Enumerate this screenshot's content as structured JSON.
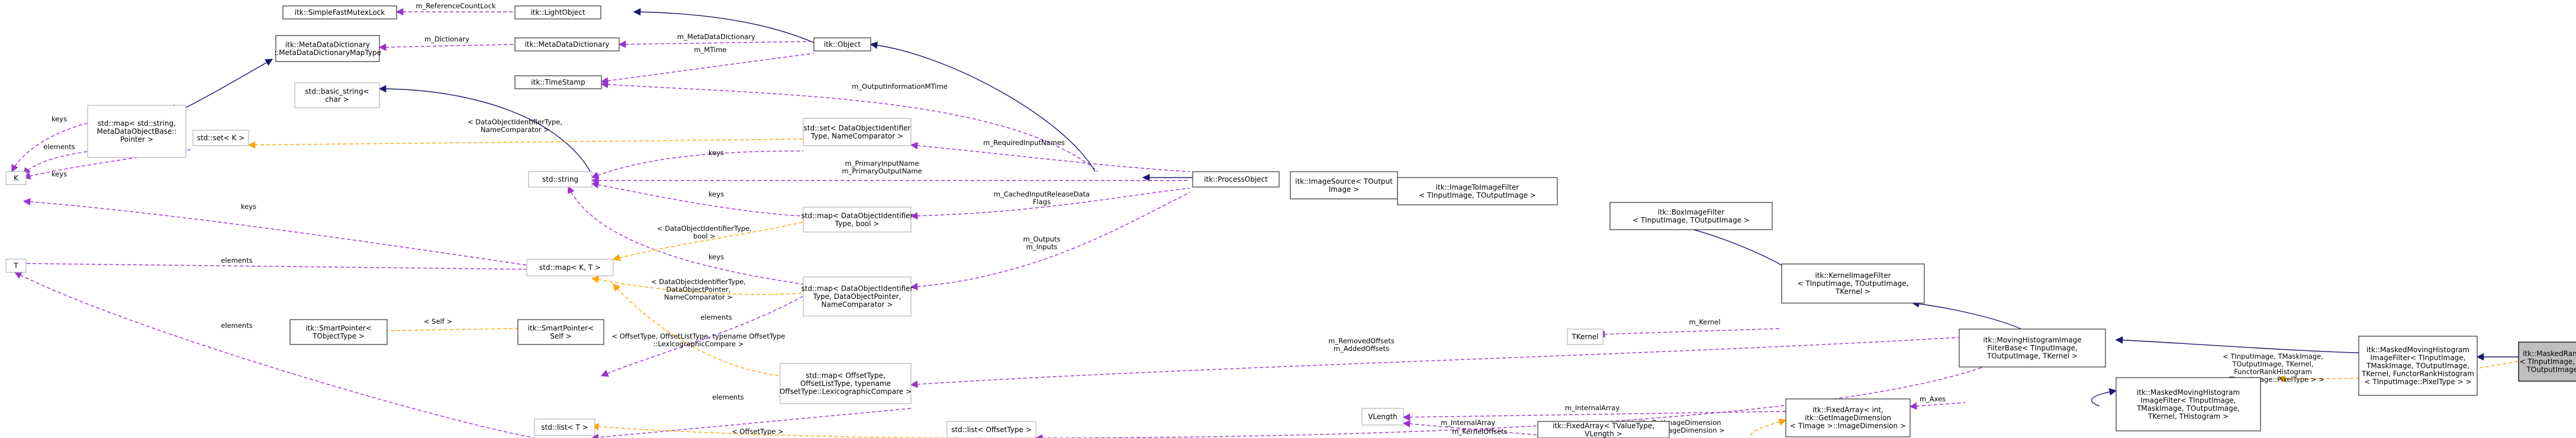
{
  "nodes": [
    {
      "id": "fastmutex",
      "lines": [
        "itk::SimpleFastMutexLock"
      ]
    },
    {
      "id": "lightobject",
      "lines": [
        "itk::LightObject"
      ]
    },
    {
      "id": "mdd",
      "lines": [
        "itk::MetaDataDictionary"
      ]
    },
    {
      "id": "object",
      "lines": [
        "itk::Object"
      ]
    },
    {
      "id": "cmdd",
      "lines": [
        "itk::MetaDataDictionary",
        "::MetaDataDictionaryMapType"
      ]
    },
    {
      "id": "timestamp",
      "lines": [
        "itk::TimeStamp"
      ]
    },
    {
      "id": "basicstring",
      "lines": [
        "std::basic_string<",
        "char >"
      ]
    },
    {
      "id": "mapstring",
      "lines": [
        "std::map< std::string,",
        "MetaDataObjectBase::",
        "Pointer >"
      ]
    },
    {
      "id": "setK",
      "lines": [
        "std::set< K >"
      ]
    },
    {
      "id": "K",
      "lines": [
        "K"
      ]
    },
    {
      "id": "setDOI",
      "lines": [
        "std::set< DataObjectIdentifier",
        "Type, NameComparator >"
      ]
    },
    {
      "id": "processobject",
      "lines": [
        "itk::ProcessObject"
      ]
    },
    {
      "id": "imagesource",
      "lines": [
        "itk::ImageSource< TOutput",
        "Image >"
      ]
    },
    {
      "id": "imagetoimage",
      "lines": [
        "itk::ImageToImageFilter",
        "< TInputImage, TOutputImage >"
      ]
    },
    {
      "id": "stdstring",
      "lines": [
        "std::string"
      ]
    },
    {
      "id": "boximage",
      "lines": [
        "itk::BoxImageFilter",
        "< TInputImage, TOutputImage >"
      ]
    },
    {
      "id": "mapDOIbool",
      "lines": [
        "std::map< DataObjectIdentifier",
        "Type, bool >"
      ]
    },
    {
      "id": "T",
      "lines": [
        "T"
      ]
    },
    {
      "id": "mapKT",
      "lines": [
        "std::map< K, T >"
      ]
    },
    {
      "id": "kernelimage",
      "lines": [
        "itk::KernelImageFilter",
        "< TInputImage, TOutputImage,",
        "TKernel >"
      ]
    },
    {
      "id": "mapDOIptr",
      "lines": [
        "std::map< DataObjectIdentifier",
        "Type, DataObjectPointer,",
        "NameComparator >"
      ]
    },
    {
      "id": "tkernel",
      "lines": [
        "TKernel"
      ]
    },
    {
      "id": "smartptrT",
      "lines": [
        "itk::SmartPointer<",
        "TObjectType >"
      ]
    },
    {
      "id": "smartptrSelf",
      "lines": [
        "itk::SmartPointer<",
        "Self >"
      ]
    },
    {
      "id": "movinghist",
      "lines": [
        "itk::MovingHistogramImage",
        "FilterBase< TInputImage,",
        "TOutputImage, TKernel >"
      ]
    },
    {
      "id": "maskedmovinghistT",
      "lines": [
        "itk::MaskedMovingHistogram",
        "ImageFilter< TInputImage,",
        "TMaskImage, TOutputImage,",
        "TKernel, FunctorRankHistogram",
        "< TInputImage::PixelType > >"
      ]
    },
    {
      "id": "maskedrank",
      "lines": [
        "itk::MaskedRankImageFilter",
        "< TInputImage, TMaskImage,",
        "TOutputImage, TKernel >"
      ]
    },
    {
      "id": "mapOffset",
      "lines": [
        "std::map< OffsetType,",
        "OffsetListType, typename",
        "OffsetType::LexicographicCompare >"
      ]
    },
    {
      "id": "fixedarrayint",
      "lines": [
        "itk::FixedArray< int,",
        "itk::GetImageDimension",
        "< TImage >::ImageDimension >"
      ]
    },
    {
      "id": "maskedmovinghist",
      "lines": [
        "itk::MaskedMovingHistogram",
        "ImageFilter< TInputImage,",
        "TMaskImage, TOutputImage,",
        "TKernel, THistogram >"
      ]
    },
    {
      "id": "vlength",
      "lines": [
        "VLength"
      ]
    },
    {
      "id": "fixedarrayT",
      "lines": [
        "itk::FixedArray< TValueType,",
        "VLength >"
      ]
    },
    {
      "id": "listT",
      "lines": [
        "std::list< T >"
      ]
    },
    {
      "id": "listOffset",
      "lines": [
        "std::list< OffsetType >"
      ]
    }
  ],
  "edge_labels": {
    "referencecountlock": "m_ReferenceCountLock",
    "dictionary1": "m_Dictionary",
    "metadatadictionary": "m_MetaDataDictionary",
    "mtime": "m_MTime",
    "outputinfomtime": "m_OutputInformationMTime",
    "keys_map": "keys",
    "elements_map": "elements",
    "keys_setK": "keys",
    "setK_tmpl": "< DataObjectIdentifierType,\nNameComparator >",
    "keys_setDOI": "keys",
    "requiredinputnames": "m_RequiredInputNames",
    "primaryio": "m_PrimaryInputName\nm_PrimaryOutputName",
    "cachedinput": "m_CachedInputReleaseData\nFlags",
    "keys_mapKT": "keys",
    "elements_mapKT": "elements",
    "keys_mapDOIbool": "keys",
    "mapKT_tmpl1": "< DataObjectIdentifierType,\nbool >",
    "outputsinputs": "m_Outputs\nm_Inputs",
    "keys_mapDOIptr": "keys",
    "mapKT_tmpl2": "< DataObjectIdentifierType,\nDataObjectPointer,\nNameComparator >",
    "elements_smartptr": "elements",
    "kernel": "m_Kernel",
    "smartptr_tmpl": "< Self >",
    "mapKT_tmpl3": "< OffsetType, OffsetListType, typename OffsetType\n::LexicographicCompare >",
    "removedoffsets": "m_RemovedOffsets\nm_AddedOffsets",
    "elements_listT": "elements",
    "elements_T": "elements",
    "axes": "m_Axes",
    "internalarray1": "m_InternalArray",
    "fixedarray_tmpl": "< int, itk::GetImageDimension\n< TImage >::ImageDimension >",
    "internalarray2": "m_InternalArray",
    "fixedarrayT_tmpl": "< int, itk::GetImageDimension\n< TImage >::ImageDimension >",
    "listOffset_tmpl": "< OffsetType >",
    "kerneloffsets": "m_KernelOffsets",
    "maskedhist_tmpl": "< TInputImage, TMaskImage,\nTOutputImage, TKernel,\nFunctorRankHistogram\n< TInputImage::PixelType > >"
  }
}
